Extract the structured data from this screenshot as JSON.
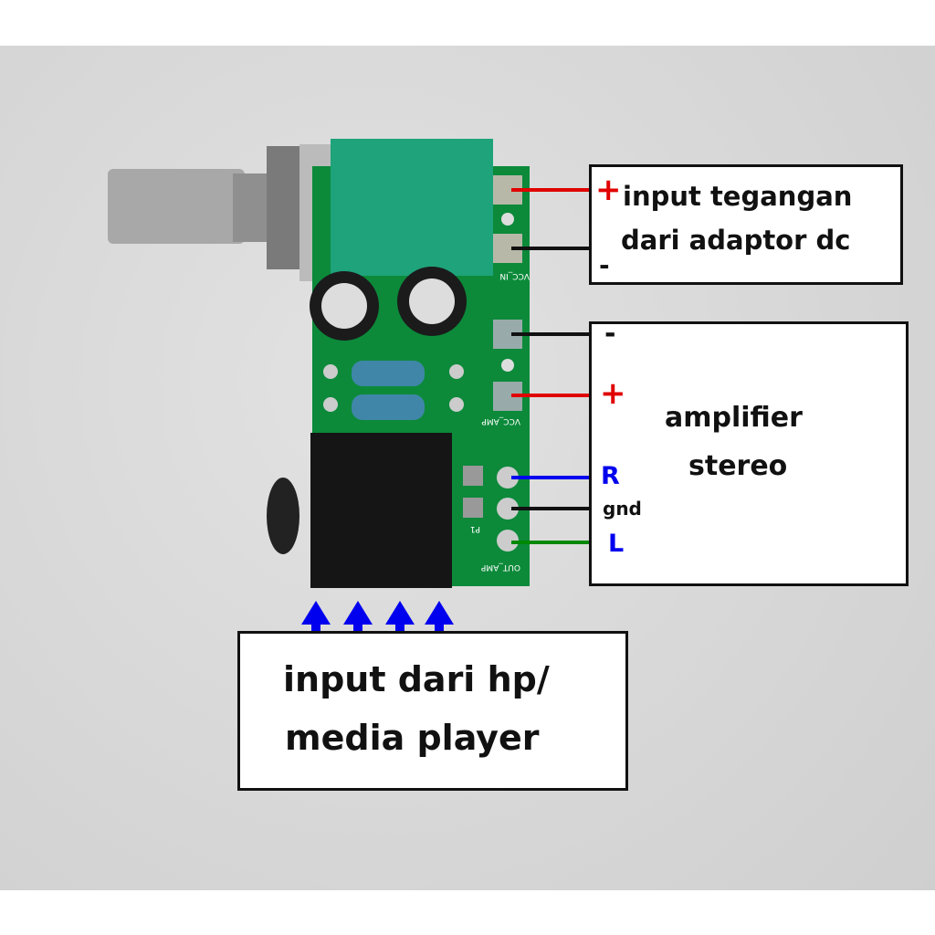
{
  "pcb_labels": {
    "vcc_in": "VCC_IN",
    "vcc_amp": "VCC_AMP",
    "out_amp": "OUT_AMP",
    "p1": "P1"
  },
  "power_box": {
    "plus": "+",
    "minus": "-",
    "line1": "input tegangan",
    "line2": "dari adaptor dc"
  },
  "amp_box": {
    "minus": "-",
    "plus": "+",
    "line1": "amplifier",
    "line2": "stereo",
    "r": "R",
    "gnd": "gnd",
    "l": "L"
  },
  "input_box": {
    "line1": "input dari hp/",
    "line2": "media player"
  },
  "colors": {
    "positive": "#e00000",
    "negative": "#111111",
    "right": "#0000ee",
    "left": "#008800",
    "arrow": "#0000ee",
    "pcb": "#0c8a3a"
  }
}
